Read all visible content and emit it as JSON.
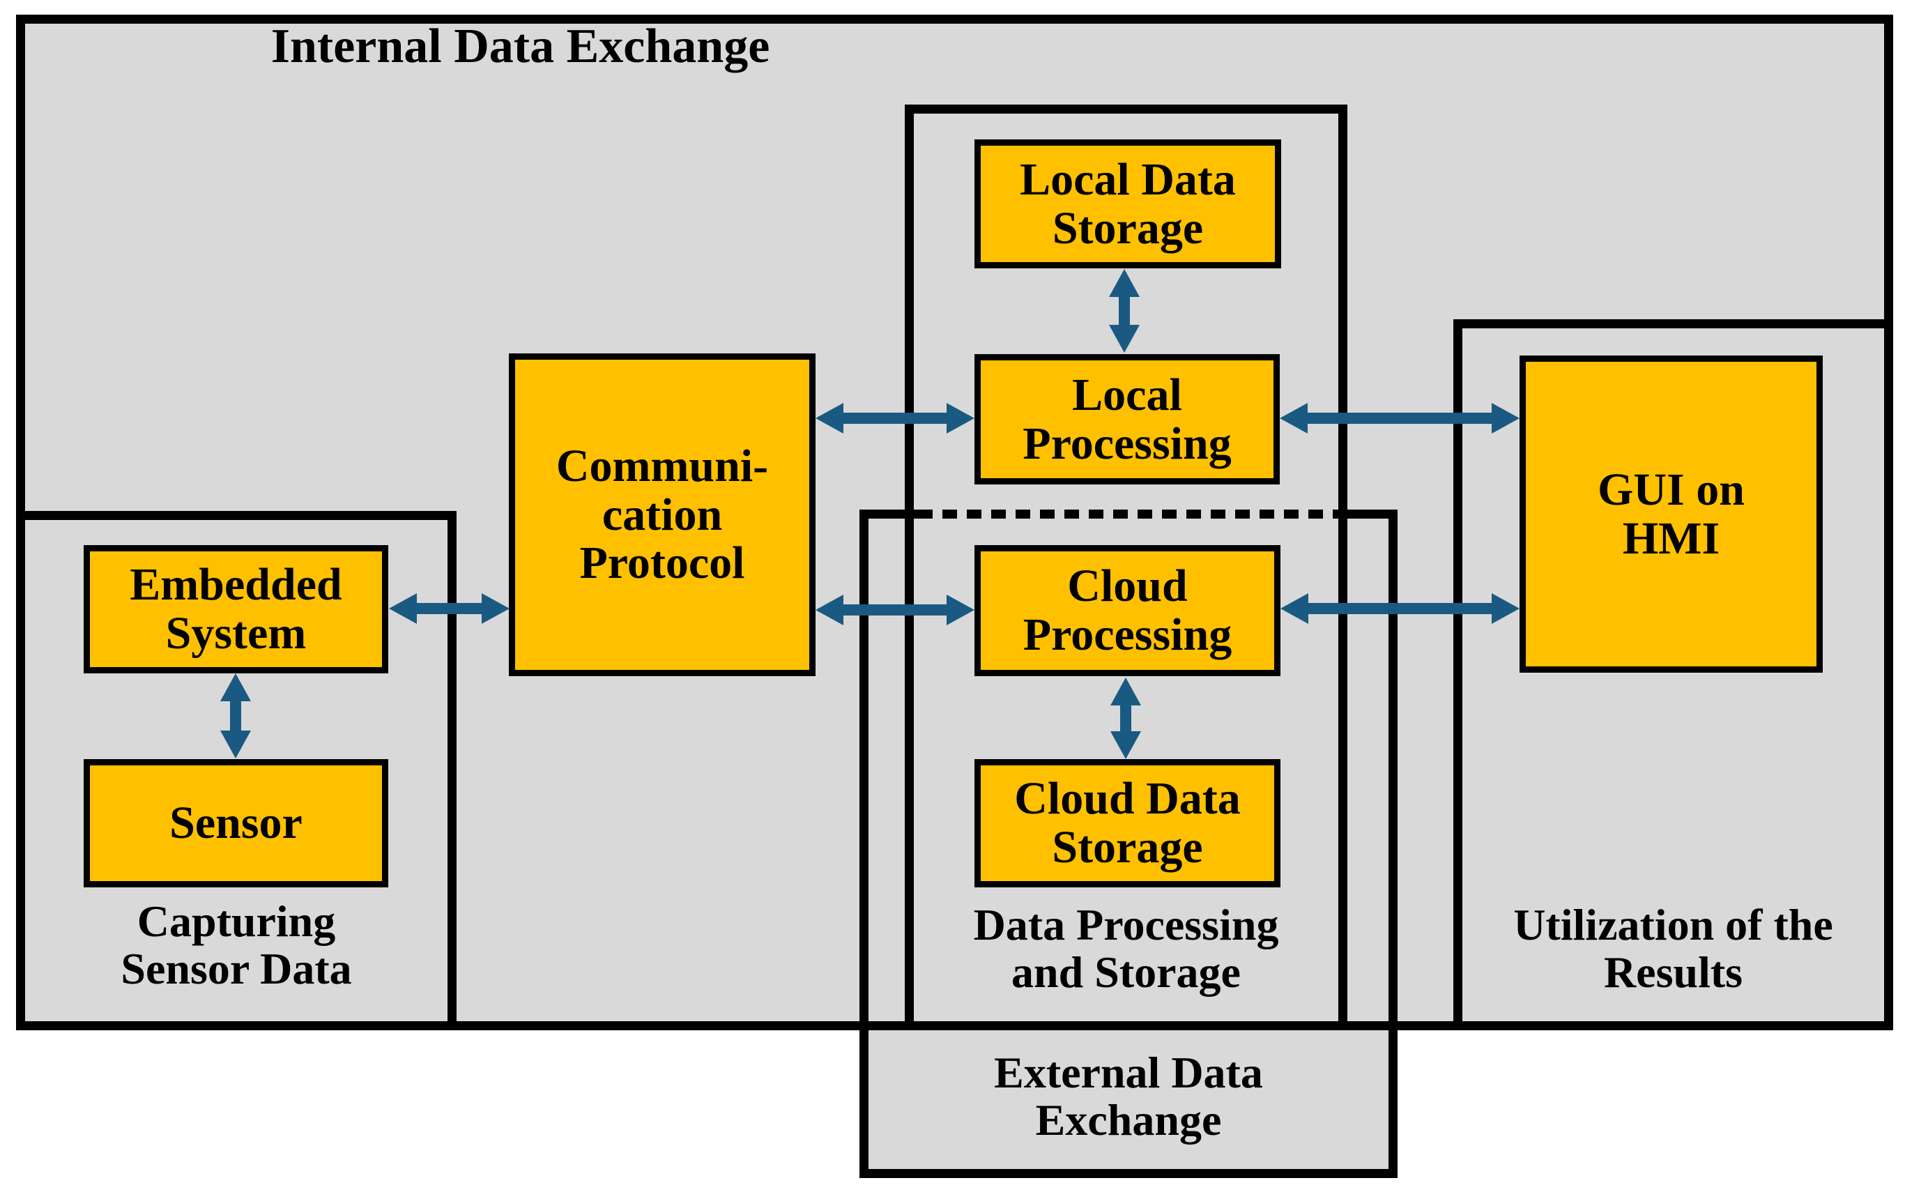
{
  "diagram": {
    "title": "Internal Data Exchange",
    "containers": {
      "internal": {
        "label": "Internal Data Exchange"
      },
      "external": {
        "label": "External Data\nExchange"
      },
      "capturing": {
        "label": "Capturing\nSensor Data"
      },
      "processing": {
        "label": "Data Processing\nand Storage"
      },
      "utilization": {
        "label": "Utilization of the\nResults"
      }
    },
    "nodes": {
      "embedded_system": {
        "label": "Embedded\nSystem"
      },
      "sensor": {
        "label": "Sensor"
      },
      "communication_protocol": {
        "label": "Communi-\ncation\nProtocol"
      },
      "local_data_storage": {
        "label": "Local Data\nStorage"
      },
      "local_processing": {
        "label": "Local\nProcessing"
      },
      "cloud_processing": {
        "label": "Cloud\nProcessing"
      },
      "cloud_data_storage": {
        "label": "Cloud Data\nStorage"
      },
      "gui_hmi": {
        "label": "GUI on\nHMI"
      }
    },
    "connections": [
      {
        "from": "embedded_system",
        "to": "sensor",
        "type": "double-arrow"
      },
      {
        "from": "embedded_system",
        "to": "communication_protocol",
        "type": "double-arrow"
      },
      {
        "from": "communication_protocol",
        "to": "local_processing",
        "type": "double-arrow"
      },
      {
        "from": "communication_protocol",
        "to": "cloud_processing",
        "type": "double-arrow"
      },
      {
        "from": "local_data_storage",
        "to": "local_processing",
        "type": "double-arrow"
      },
      {
        "from": "cloud_processing",
        "to": "cloud_data_storage",
        "type": "double-arrow"
      },
      {
        "from": "local_processing",
        "to": "gui_hmi",
        "type": "double-arrow"
      },
      {
        "from": "cloud_processing",
        "to": "gui_hmi",
        "type": "double-arrow"
      },
      {
        "from": "local_processing",
        "to": "cloud_processing",
        "type": "dotted-separator"
      }
    ],
    "colors": {
      "node_fill": "#FFC000",
      "container_fill": "#D9D9D9",
      "arrow": "#1A5A82",
      "border": "#000000"
    }
  }
}
